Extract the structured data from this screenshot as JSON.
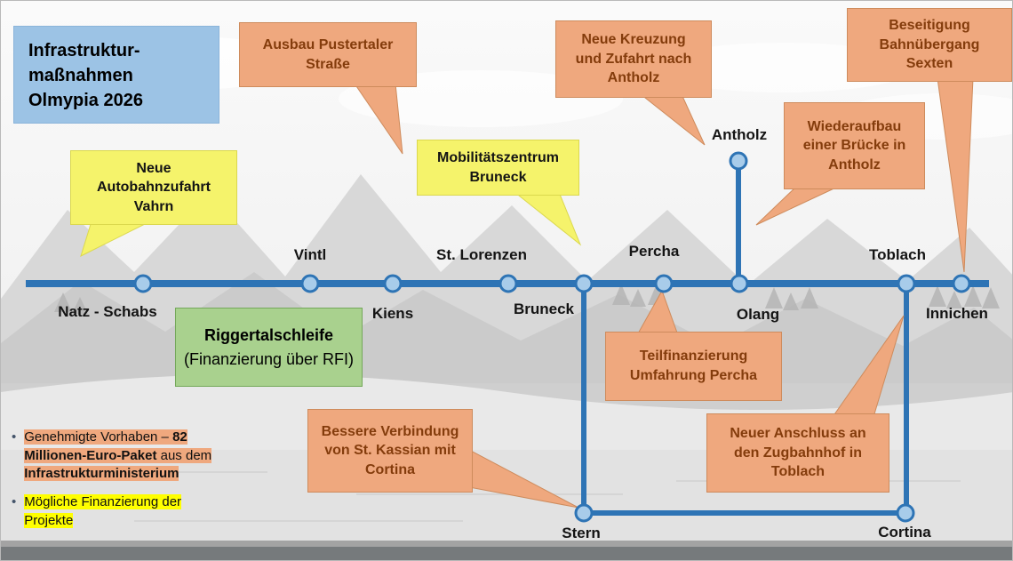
{
  "title_box": {
    "text": "Infrastruktur-\nmaßnahmen\nOlmypia 2026"
  },
  "stations": [
    {
      "label": "Natz - Schabs"
    },
    {
      "label": "Vintl"
    },
    {
      "label": "Kiens"
    },
    {
      "label": "St. Lorenzen"
    },
    {
      "label": "Bruneck"
    },
    {
      "label": "Percha"
    },
    {
      "label": "Olang"
    },
    {
      "label": "Antholz"
    },
    {
      "label": "Toblach"
    },
    {
      "label": "Innichen"
    },
    {
      "label": "Stern"
    },
    {
      "label": "Cortina"
    }
  ],
  "callouts": {
    "vahrn": {
      "text": "Neue\nAutobahnzufahrt\nVahrn"
    },
    "pustertaler": {
      "text": "Ausbau Pustertaler\nStraße"
    },
    "mobilitaetszentrum": {
      "text": "Mobilitätszentrum\nBruneck"
    },
    "kreuzung_antholz": {
      "text": "Neue Kreuzung\nund Zufahrt nach\nAntholz"
    },
    "bahnuebergang_sexten": {
      "text": "Beseitigung\nBahnübergang\nSexten"
    },
    "bruecke_antholz": {
      "text": "Wiederaufbau\neiner Brücke in\nAntholz"
    },
    "riggertalschleife": {
      "line1": "Riggertalschleife",
      "line2": "(Finanzierung über RFI)"
    },
    "umfahrung_percha": {
      "text": "Teilfinanzierung\nUmfahrung Percha"
    },
    "st_kassian": {
      "text": "Bessere Verbindung\nvon St. Kassian mit\nCortina"
    },
    "zugbahnhof_toblach": {
      "text": "Neuer Anschluss an\nden Zugbahnhof in\nToblach"
    }
  },
  "legend": {
    "bullet": "•",
    "item1": {
      "part1": "Genehmigte Vorhaben – ",
      "part2": "82 Millionen-Euro-Paket",
      "part3": " aus dem ",
      "part4": "Infrastrukturministerium"
    },
    "item2": "Mögliche Finanzierung der Projekte"
  },
  "colors": {
    "route_blue": "#2E74B5",
    "node_fill": "#A8CCEA",
    "callout_orange": "#EFA87E",
    "callout_orange_text": "#843C0C",
    "callout_yellow": "#F5F36B",
    "box_green": "#A9D18E",
    "box_blue": "#9CC3E5",
    "legend_highlight_yellow": "#FFFF00"
  }
}
